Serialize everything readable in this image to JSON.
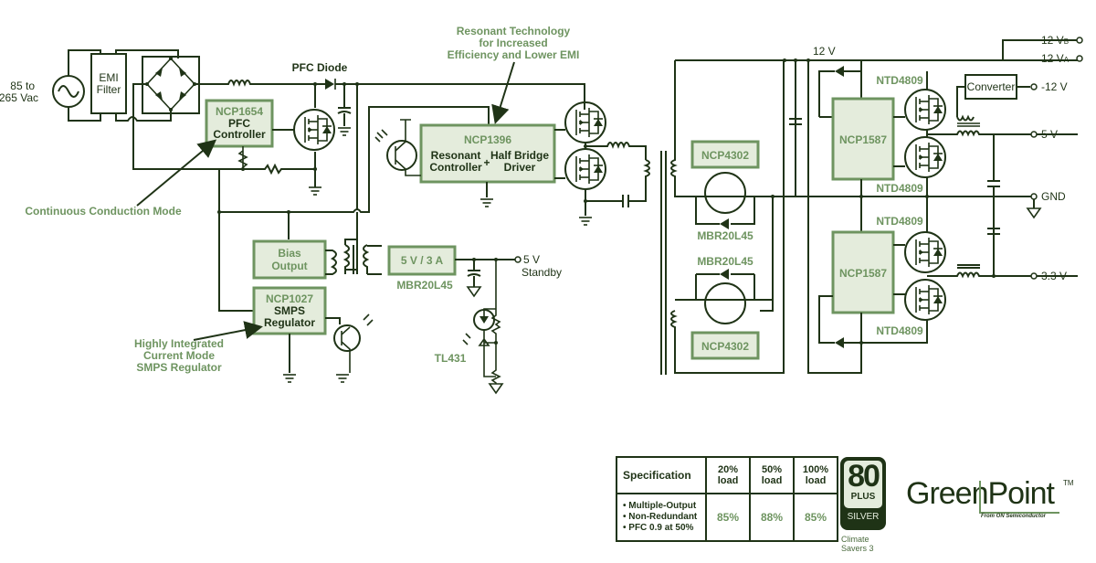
{
  "diagram": {
    "input": {
      "label_line1": "85 to",
      "label_line2": "265 Vac"
    },
    "blocks": {
      "emi_filter": {
        "line1": "EMI",
        "line2": "Filter"
      },
      "pfc_controller": {
        "part": "NCP1654",
        "line1": "PFC",
        "line2": "Controller"
      },
      "resonant": {
        "part": "NCP1396",
        "left1": "Resonant",
        "left2": "Controller",
        "plus": "+",
        "right1": "Half Bridge",
        "right2": "Driver"
      },
      "bias_output": {
        "line1": "Bias",
        "line2": "Output"
      },
      "smps_regulator": {
        "part": "NCP1027",
        "line1": "SMPS",
        "line2": "Regulator"
      },
      "standby_block": {
        "label": "5 V / 3 A"
      },
      "sync_rect_top": {
        "part": "NCP4302"
      },
      "sync_rect_bottom": {
        "part": "NCP4302"
      },
      "buck_top": {
        "part": "NCP1587"
      },
      "buck_bottom": {
        "part": "NCP1587"
      },
      "converter": {
        "label": "Converter"
      }
    },
    "labels": {
      "pfc_diode": "PFC Diode",
      "standby_diode": "MBR20L45",
      "tl431": "TL431",
      "mbr_top": "MBR20L45",
      "mbr_bottom_top": "MBR20L45",
      "ntd_1": "NTD4809",
      "ntd_2": "NTD4809",
      "ntd_3": "NTD4809",
      "ntd_4": "NTD4809",
      "rail_12v": "12 V"
    },
    "outputs": {
      "v12b": "12 V",
      "v12b_sub": "B",
      "v12a": "12 V",
      "v12a_sub": "A",
      "vneg12": "-12 V",
      "v5": "5 V",
      "gnd": "GND",
      "v33": "3.3 V",
      "standby_line1": "5 V",
      "standby_line2": "Standby"
    },
    "callouts": {
      "resonant_line1": "Resonant Technology",
      "resonant_line2": "for Increased",
      "resonant_line3": "Efficiency and Lower EMI",
      "ccm": "Continuous Conduction Mode",
      "smps_line1": "Highly Integrated",
      "smps_line2": "Current Mode",
      "smps_line3": "SMPS Regulator"
    }
  },
  "spec_table": {
    "header": "Specification",
    "columns": [
      {
        "line1": "20%",
        "line2": "load"
      },
      {
        "line1": "50%",
        "line2": "load"
      },
      {
        "line1": "100%",
        "line2": "load"
      }
    ],
    "features": [
      "• Multiple-Output",
      "• Non-Redundant",
      "• PFC 0.9 at 50%"
    ],
    "efficiencies": [
      "85%",
      "88%",
      "85%"
    ]
  },
  "badge_80plus": {
    "number": "80",
    "plus": "PLUS",
    "tier": "SILVER",
    "caption_line1": "Climate",
    "caption_line2": "Savers 3"
  },
  "logo": {
    "word": "GreenPoint",
    "tm": "TM",
    "tagline": "From ON Semiconductor"
  },
  "colors": {
    "wire": "#1f3316",
    "accent_green": "#6e9460",
    "block_fill": "#e4ecdc"
  }
}
